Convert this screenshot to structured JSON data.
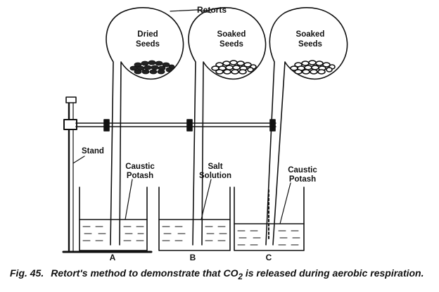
{
  "diagram": {
    "heading": "Retorts",
    "retorts": [
      {
        "label_line1": "Dried",
        "label_line2": "Seeds"
      },
      {
        "label_line1": "Soaked",
        "label_line2": "Seeds"
      },
      {
        "label_line1": "Soaked",
        "label_line2": "Seeds"
      }
    ],
    "stand_label": "Stand",
    "liquids": [
      {
        "line1": "Caustic",
        "line2": "Potash"
      },
      {
        "line1": "Salt",
        "line2": "Solution"
      },
      {
        "line1": "Caustic",
        "line2": "Potash"
      }
    ],
    "setup_labels": [
      "A",
      "B",
      "C"
    ]
  },
  "caption": {
    "figure_number": "Fig. 45.",
    "text_before": "Retort's method to demonstrate that CO",
    "subscript": "2",
    "text_after": " is released during aerobic respiration."
  }
}
